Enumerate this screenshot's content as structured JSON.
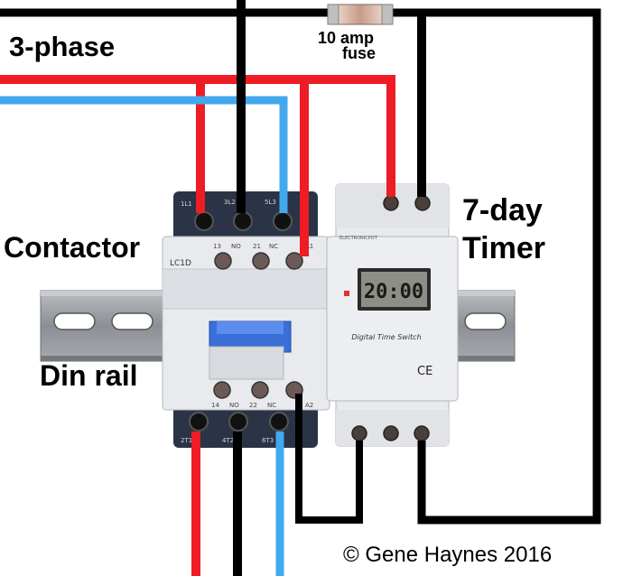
{
  "labels": {
    "three_phase": "3-phase",
    "fuse_line1": "10 amp",
    "fuse_line2": "fuse",
    "timer_line1": "7-day",
    "timer_line2": "Timer",
    "contactor": "Contactor",
    "din_rail": "Din rail",
    "copyright": "© Gene Haynes 2016"
  },
  "contactor": {
    "model": "LC1D",
    "top_terminals": [
      "1L1",
      "3L2",
      "5L3"
    ],
    "aux_top": [
      "13",
      "NO",
      "21",
      "NC",
      "A1"
    ],
    "aux_bottom": [
      "14",
      "NO",
      "22",
      "NC",
      "A2"
    ],
    "bottom_terminals": [
      "2T1",
      "4T2",
      "6T3"
    ]
  },
  "timer": {
    "brand": "ELECTRONICPOT",
    "display": "20:00",
    "caption": "Digital Time Switch",
    "ce_mark": "CE"
  },
  "colors": {
    "red_wire": "#ee1c24",
    "blue_wire": "#41a9ec",
    "black_wire": "#000000",
    "device_white": "#e8eaed",
    "contactor_dark": "#2b3346",
    "rail_grey": "#8c9096"
  }
}
